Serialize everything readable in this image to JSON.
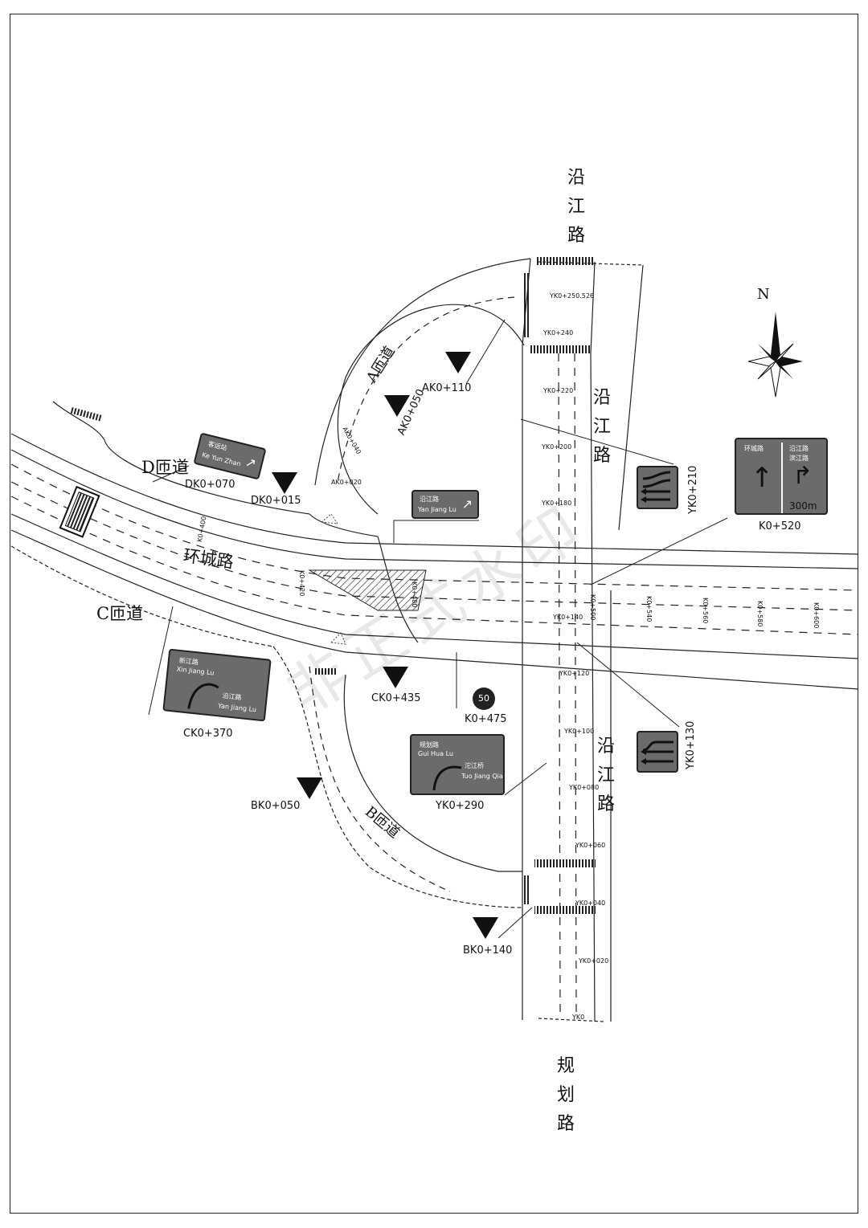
{
  "roads": {
    "yanjiang_north": "沿江路",
    "yanjiang_mid": "沿江路",
    "yanjiang_south": "沿江路",
    "guihua": "规划路",
    "huancheng": "环城路",
    "ramp_a": "A匝道",
    "ramp_b": "B匝道",
    "ramp_c": "C匝道",
    "ramp_d": "D匝道"
  },
  "compass": {
    "north": "N"
  },
  "watermark": "非正式水印",
  "station_labels": {
    "ak0_110": "AK0+110",
    "ak0_050": "AK0+050",
    "dk0_070": "DK0+070",
    "dk0_015": "DK0+015",
    "yk0_210": "YK0+210",
    "k0_520": "K0+520",
    "ck0_435": "CK0+435",
    "k0_475": "K0+475",
    "ck0_370": "CK0+370",
    "yk0_130": "YK0+130",
    "bk0_050": "BK0+050",
    "yk0_290": "YK0+290",
    "bk0_140": "BK0+140"
  },
  "chainage_marks": {
    "yk0_250": "YK0+250.526",
    "yk0_240": "YK0+240",
    "yk0_220": "YK0+220",
    "yk0_200": "YK0+200",
    "yk0_180": "YK0+180",
    "yk0_140": "YK0+140",
    "yk0_120": "YK0+120",
    "yk0_100": "YK0+100",
    "yk0_080": "YK0+080",
    "yk0_060": "YK0+060",
    "yk0_040": "YK0+040",
    "yk0_020": "YK0+020",
    "yk0": "YK0",
    "ak0_020": "AK0+020",
    "ak0_040": "AK0+040",
    "k0_480": "K0+480",
    "k0_500": "K0+500",
    "k0_540": "K0+540",
    "k0_560": "K0+560",
    "k0_580": "K0+580",
    "k0_600": "K0+600",
    "k0_400": "K0+400",
    "k0_420": "K0+420"
  },
  "signs": {
    "d_ramp": {
      "cn": "客运站",
      "en": "Ke Yun Zhan"
    },
    "yanjiang_guide": {
      "cn": "沿江路",
      "en": "Yan Jiang Lu"
    },
    "k0_520": {
      "left": "环城路",
      "right_1": "沿江路",
      "right_2": "滨江路",
      "distance": "300m"
    },
    "ck0_370": {
      "top_cn": "新江路",
      "top_en": "Xin Jiang Lu",
      "bottom_cn": "沿江路",
      "bottom_en": "Yan Jiang Lu"
    },
    "yk0_290": {
      "top_cn": "规划路",
      "top_en": "Gui Hua Lu",
      "bottom_cn": "沱江桥",
      "bottom_en": "Tuo Jiang Qiao"
    },
    "speed": "50"
  }
}
